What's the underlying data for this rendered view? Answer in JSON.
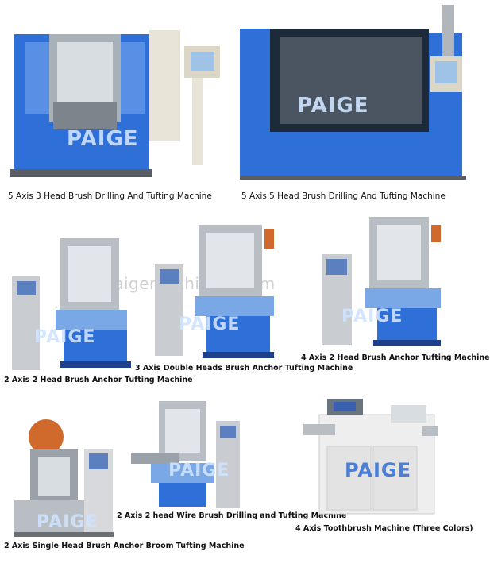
{
  "brand": "PAIGE",
  "watermark_site": "paigemachinery.com",
  "machines": [
    {
      "caption": "5 Axis 3 Head Brush Drilling And Tufting Machine"
    },
    {
      "caption": "5 Axis 5 Head Brush Drilling And Tufting Machine"
    },
    {
      "caption": "2 Axis 2 Head Brush Anchor Tufting Machine"
    },
    {
      "caption": "3 Axis Double Heads Brush Anchor Tufting Machine"
    },
    {
      "caption": "4 Axis 2 Head Brush Anchor Tufting Machine"
    },
    {
      "caption": "2 Axis Single Head Brush Anchor Broom Tufting Machine"
    },
    {
      "caption": "2 Axis 2 head Wire Brush Drilling and Tufting Machine"
    },
    {
      "caption": "4 Axis Toothbrush Machine (Three Colors)"
    }
  ],
  "colors": {
    "machine_blue": "#2f6fd8",
    "frame_gray": "#c9ccd0",
    "panel_cream": "#e8e4d8"
  }
}
